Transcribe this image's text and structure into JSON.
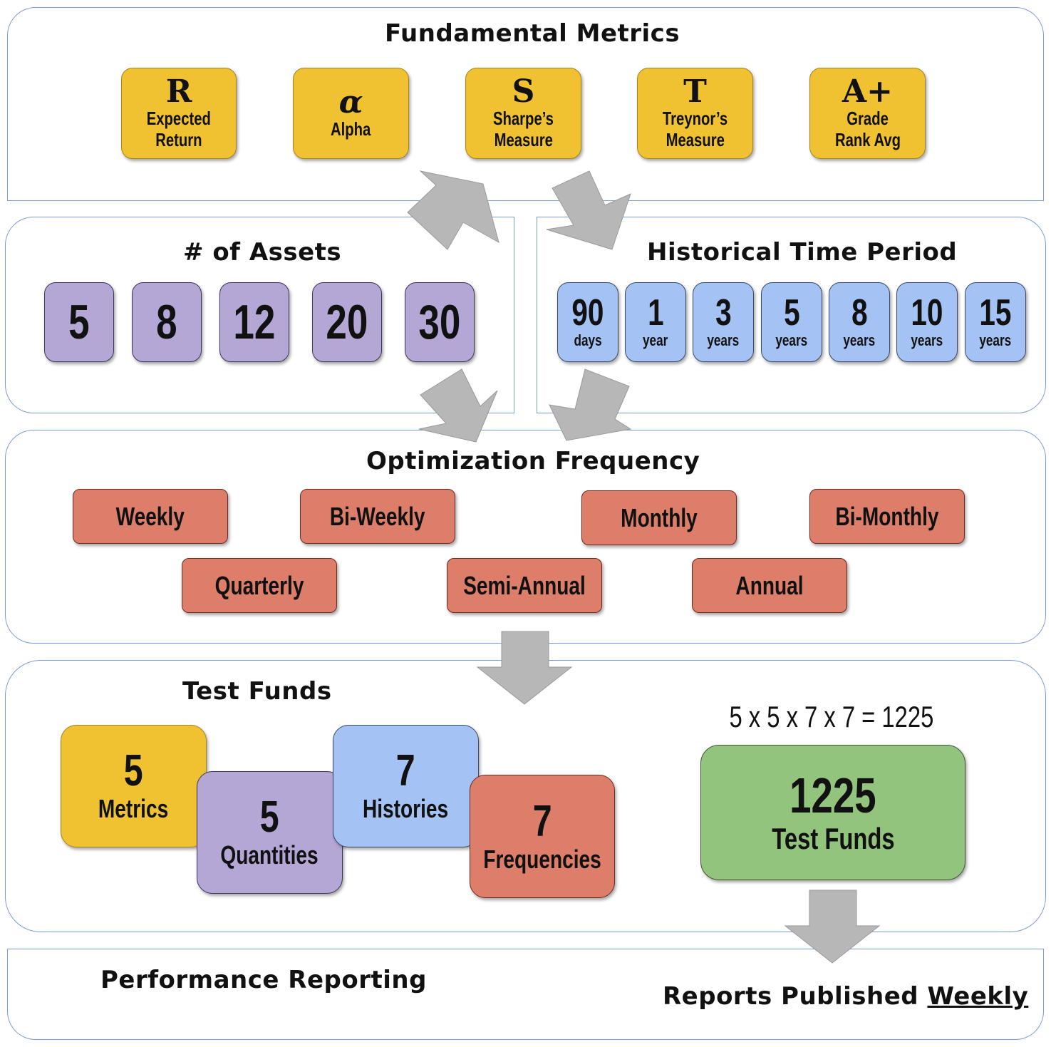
{
  "fundamental": {
    "title": "Fundamental Metrics",
    "metrics": [
      {
        "symbol": "R",
        "label1": "Expected",
        "label2": "Return"
      },
      {
        "symbol": "α",
        "label1": "Alpha",
        "label2": ""
      },
      {
        "symbol": "S",
        "label1": "Sharpe’s",
        "label2": "Measure"
      },
      {
        "symbol": "T",
        "label1": "Treynor’s",
        "label2": "Measure"
      },
      {
        "symbol": "A+",
        "label1": "Grade",
        "label2": "Rank Avg"
      }
    ]
  },
  "assets": {
    "title": "# of Assets",
    "values": [
      "5",
      "8",
      "12",
      "20",
      "30"
    ]
  },
  "history": {
    "title": "Historical Time Period",
    "periods": [
      {
        "num": "90",
        "unit": "days"
      },
      {
        "num": "1",
        "unit": "year"
      },
      {
        "num": "3",
        "unit": "years"
      },
      {
        "num": "5",
        "unit": "years"
      },
      {
        "num": "8",
        "unit": "years"
      },
      {
        "num": "10",
        "unit": "years"
      },
      {
        "num": "15",
        "unit": "years"
      }
    ]
  },
  "optimization": {
    "title": "Optimization Frequency",
    "frequencies": [
      "Weekly",
      "Bi-Weekly",
      "Monthly",
      "Bi-Monthly",
      "Quarterly",
      "Semi-Annual",
      "Annual"
    ]
  },
  "test_funds": {
    "title": "Test Funds",
    "factors": [
      {
        "num": "5",
        "label": "Metrics"
      },
      {
        "num": "5",
        "label": "Quantities"
      },
      {
        "num": "7",
        "label": "Histories"
      },
      {
        "num": "7",
        "label": "Frequencies"
      }
    ],
    "equation": "5 x 5 x 7 x 7 = 1225",
    "total": "1225",
    "total_label": "Test Funds"
  },
  "reporting": {
    "title": "Performance Reporting",
    "published_prefix": "Reports Published ",
    "published_freq": "Weekly"
  },
  "colors": {
    "yellow": "#f0c232",
    "purple": "#b4a7d6",
    "blue": "#a4c2f4",
    "red": "#dd7e6b",
    "green": "#93c47d",
    "arrow": "#b7b7b7",
    "panel_border": "#7d9bd6"
  }
}
